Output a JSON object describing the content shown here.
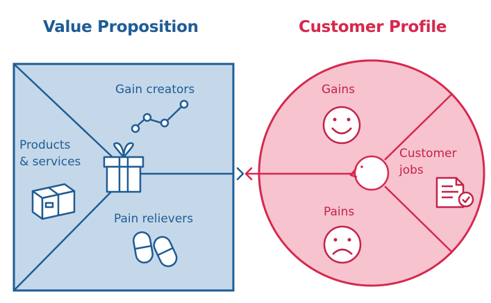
{
  "value_proposition": {
    "title": "Value Proposition",
    "gain_creators": "Gain creators",
    "products_line1": "Products",
    "products_line2": "& services",
    "pain_relievers": "Pain relievers"
  },
  "customer_profile": {
    "title": "Customer Profile",
    "gains": "Gains",
    "pains": "Pains",
    "jobs_line1": "Customer",
    "jobs_line2": "jobs"
  },
  "colors": {
    "blue": "#1f5c94",
    "blue_fill": "#c5d8ea",
    "red": "#d6284e",
    "red_fill": "#f7c3cf"
  },
  "icons": [
    "chart-line-icon",
    "gift-icon",
    "box-icon",
    "pills-icon",
    "smile-icon",
    "frown-icon",
    "document-check-icon",
    "face-profile-icon",
    "arrow-icon"
  ]
}
